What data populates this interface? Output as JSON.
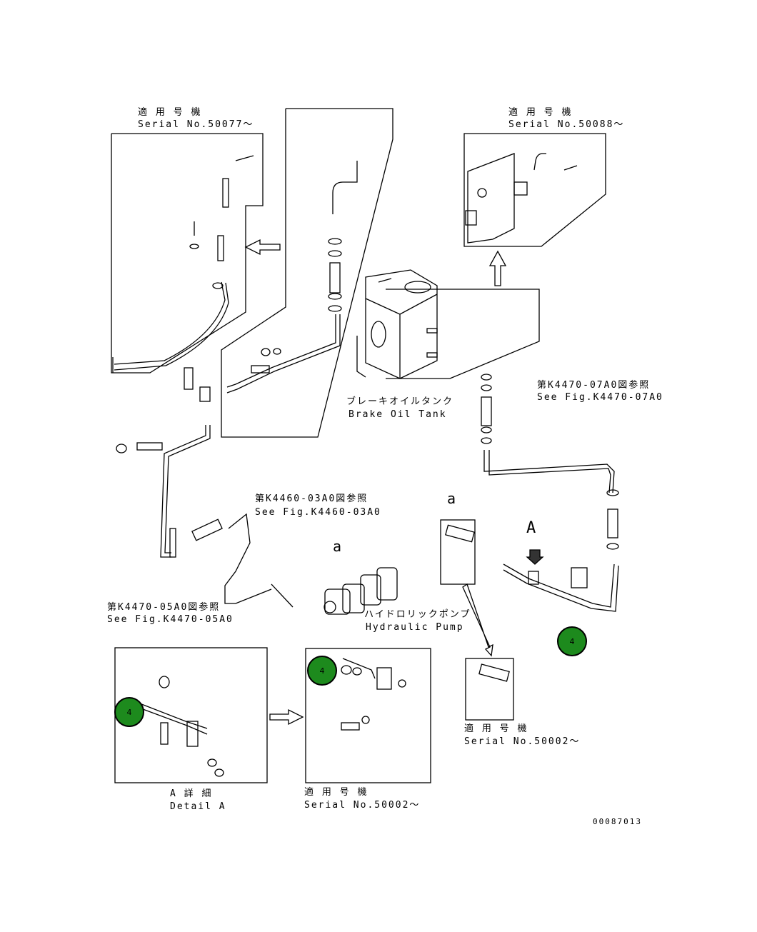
{
  "colors": {
    "line": "#000000",
    "callout_fill": "#1d8a1d",
    "background": "#ffffff"
  },
  "labels": {
    "top_left_serial_jp": "適 用 号 機",
    "top_left_serial_en": "Serial No.50077～",
    "top_right_serial_jp": "適 用 号 機",
    "top_right_serial_en": "Serial No.50088～",
    "tank_jp": "ブレーキオイルタンク",
    "tank_en": "Brake Oil Tank",
    "ref_0703_jp": "第K4470-07A0図参照",
    "ref_0703_en": "See Fig.K4470-07A0",
    "ref_0603_jp": "第K4460-03A0図参照",
    "ref_0603_en": "See Fig.K4460-03A0",
    "ref_0503_jp": "第K4470-05A0図参照",
    "ref_0503_en": "See Fig.K4470-05A0",
    "pump_jp": "ハイドロリックポンプ",
    "pump_en": "Hydraulic Pump",
    "mark_a_upper": "a",
    "mark_a_lower": "a",
    "mark_A": "A",
    "serial_right_jp": "適 用 号 機",
    "serial_right_en": "Serial No.50002～",
    "detail_jp": "A 詳 細",
    "detail_en": "Detail A",
    "serial_bottom_jp": "適 用 号 機",
    "serial_bottom_en": "Serial No.50002～",
    "drawing_no": "00087013"
  },
  "callouts": [
    "4",
    "4",
    "4"
  ]
}
